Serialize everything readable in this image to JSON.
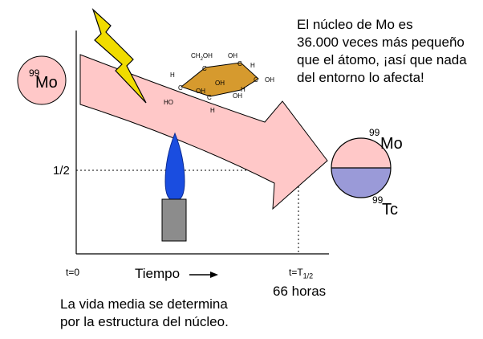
{
  "note_top_right": [
    "El núcleo de Mo es",
    "36.000 veces más pequeño",
    "que el átomo, ¡así que nada",
    "del entorno lo afecta!"
  ],
  "note_bottom_left": [
    "La vida media se determina",
    "por la estructura del núcleo."
  ],
  "axis": {
    "y_tick_half": "1/2",
    "x_start": "t=0",
    "x_half_prefix": "t=T",
    "x_half_sub": "1/2",
    "x_label": "Tiempo",
    "duration": "66 horas"
  },
  "nuclide_start": {
    "mass": "99",
    "symbol": "Mo"
  },
  "nuclide_end": {
    "parent_mass": "99",
    "parent_symbol": "Mo",
    "daughter_mass": "99",
    "daughter_symbol": "Tc"
  },
  "molecule_labels": {
    "ch2oh": "CH",
    "ch2oh_sub": "2",
    "ch2oh_tail": "OH",
    "h": "H",
    "oh": "OH",
    "ho": "HO",
    "c": "C"
  },
  "colors": {
    "arrow_fill": "#ffc8c8",
    "mo_disk": "#ffc8c8",
    "tc_half": "#9a9ad8",
    "bolt": "#f0dc00",
    "molecule": "#d69a2e",
    "flame": "#1a4de0",
    "burner": "#8c8c8c"
  }
}
